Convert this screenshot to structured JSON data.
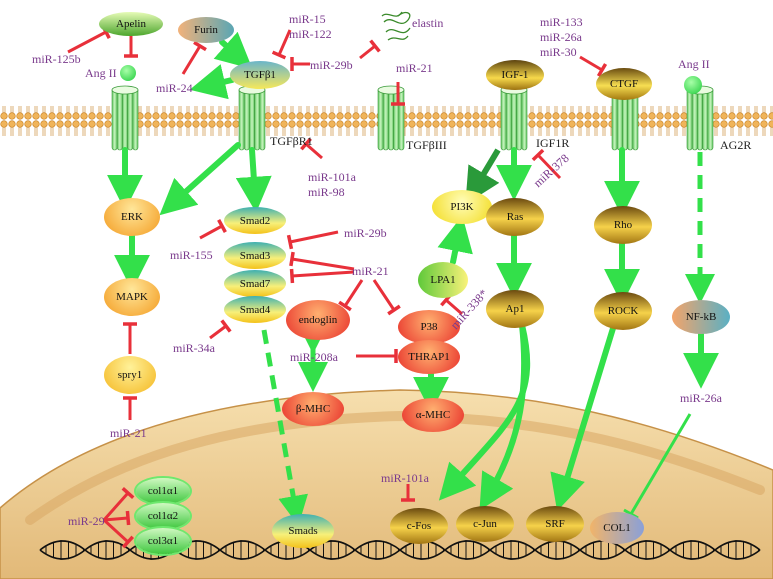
{
  "colors": {
    "mirna_text": "#7a3a8c",
    "activation_arrow": "#33e04a",
    "inhibition": "#e8303a",
    "membrane": "#e8c07a",
    "receptor": "#7fdc7f",
    "nucleus": "#efd29a"
  },
  "molecules": {
    "apelin": "Apelin",
    "furin": "Furin",
    "tgfb1": "TGFβ1",
    "igf1": "IGF-1",
    "ctgf": "CTGF",
    "erk": "ERK",
    "mapk": "MAPK",
    "spry1": "spry1",
    "smad2": "Smad2",
    "smad3": "Smad3",
    "smad7": "Smad7",
    "smad4": "Smad4",
    "endoglin": "endoglin",
    "p38": "P38",
    "thrap1": "THRAP1",
    "bmhc": "β-MHC",
    "amhc": "α-MHC",
    "pi3k": "PI3K",
    "lpa1": "LPA1",
    "ras": "Ras",
    "ap1": "Ap1",
    "rho": "Rho",
    "rock": "ROCK",
    "nfkb": "NF-kB",
    "col1a1": "col1α1",
    "col1a2": "col1α2",
    "col3a1": "col3α1",
    "smads": "Smads",
    "cfos": "c-Fos",
    "cjun": "c-Jun",
    "srf": "SRF",
    "col1": "COL1"
  },
  "labels": {
    "ang2_left": "Ang II",
    "ang2_right": "Ang II",
    "elastin": "elastin",
    "tgfbr1": "TGFβR1",
    "tgfb3": "TGFβIII",
    "igf1r": "IGF1R",
    "ag2r": "AG2R"
  },
  "mirnas": {
    "mir125b": "miR-125b",
    "mir24": "miR-24",
    "mir15": "miR-15",
    "mir122": "miR-122",
    "mir29b_top": "miR-29b",
    "mir21_top": "miR-21",
    "mir133": "miR-133",
    "mir26a_top": "miR-26a",
    "mir30": "miR-30",
    "mir101a_top": "miR-101a",
    "mir98": "miR-98",
    "mir378": "miR-378",
    "mir155": "miR-155",
    "mir29b_mid": "miR-29b",
    "mir21_mid": "miR-21",
    "mir34a": "miR-34a",
    "mir338": "miR-338*",
    "mir208a": "miR-208a",
    "mir21_low": "miR-21",
    "mir26a_low": "miR-26a",
    "mir101a_low": "miR-101a",
    "mir29": "miR-29"
  }
}
